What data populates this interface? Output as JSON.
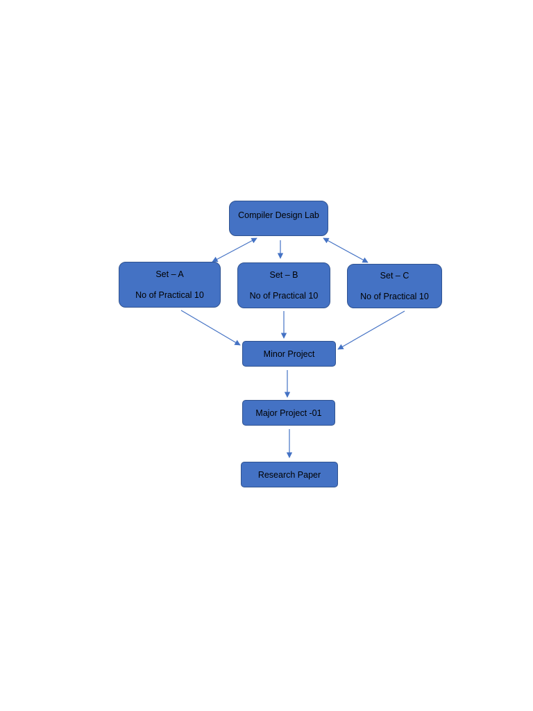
{
  "colors": {
    "box_fill": "#4472c4",
    "box_border": "#2f528f",
    "arrow": "#4472c4",
    "text": "#000000"
  },
  "nodes": {
    "compiler_design_lab": {
      "label": "Compiler Design Lab"
    },
    "set_a": {
      "title": "Set – A",
      "subtitle": "No of Practical 10"
    },
    "set_b": {
      "title": "Set – B",
      "subtitle": "No of Practical 10"
    },
    "set_c": {
      "title": "Set – C",
      "subtitle": "No of Practical 10"
    },
    "minor_project": {
      "label": "Minor Project"
    },
    "major_project": {
      "label": "Major Project -01"
    },
    "research_paper": {
      "label": "Research Paper"
    }
  },
  "edges": [
    {
      "from": "compiler_design_lab",
      "to": "set_a",
      "direction": "both"
    },
    {
      "from": "compiler_design_lab",
      "to": "set_b",
      "direction": "forward"
    },
    {
      "from": "compiler_design_lab",
      "to": "set_c",
      "direction": "both"
    },
    {
      "from": "set_a",
      "to": "minor_project",
      "direction": "forward"
    },
    {
      "from": "set_b",
      "to": "minor_project",
      "direction": "forward"
    },
    {
      "from": "set_c",
      "to": "minor_project",
      "direction": "forward"
    },
    {
      "from": "minor_project",
      "to": "major_project",
      "direction": "forward"
    },
    {
      "from": "major_project",
      "to": "research_paper",
      "direction": "forward"
    }
  ]
}
